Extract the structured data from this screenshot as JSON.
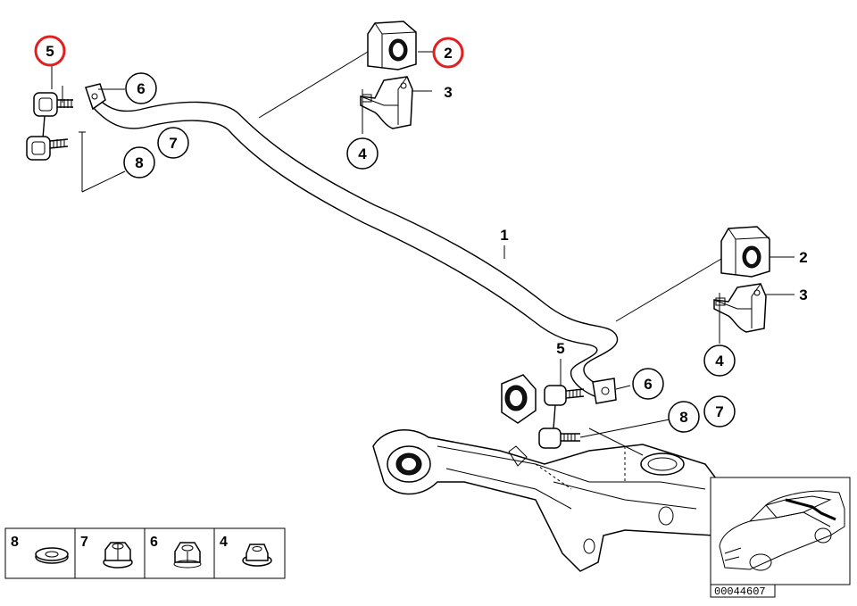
{
  "diagram": {
    "callouts": [
      {
        "id": "c5-top",
        "label": "5",
        "highlight": true
      },
      {
        "id": "c2-top",
        "label": "2",
        "highlight": true
      },
      {
        "id": "c6-top",
        "label": "6"
      },
      {
        "id": "c3-top",
        "label": "3"
      },
      {
        "id": "c7-top",
        "label": "7"
      },
      {
        "id": "c8-top",
        "label": "8"
      },
      {
        "id": "c4-top",
        "label": "4"
      },
      {
        "id": "c1",
        "label": "1"
      },
      {
        "id": "c2-right",
        "label": "2"
      },
      {
        "id": "c3-right",
        "label": "3"
      },
      {
        "id": "c4-right",
        "label": "4"
      },
      {
        "id": "c5-right",
        "label": "5"
      },
      {
        "id": "c6-right",
        "label": "6"
      },
      {
        "id": "c8-right",
        "label": "8"
      },
      {
        "id": "c7-right",
        "label": "7"
      }
    ],
    "legend": {
      "cells": [
        {
          "label": "8",
          "part": "washer"
        },
        {
          "label": "7",
          "part": "collar-nut"
        },
        {
          "label": "6",
          "part": "hex-nut"
        },
        {
          "label": "4",
          "part": "flange-nut"
        }
      ]
    },
    "reference_number": "00044607",
    "highlight_color": "#e02020"
  }
}
